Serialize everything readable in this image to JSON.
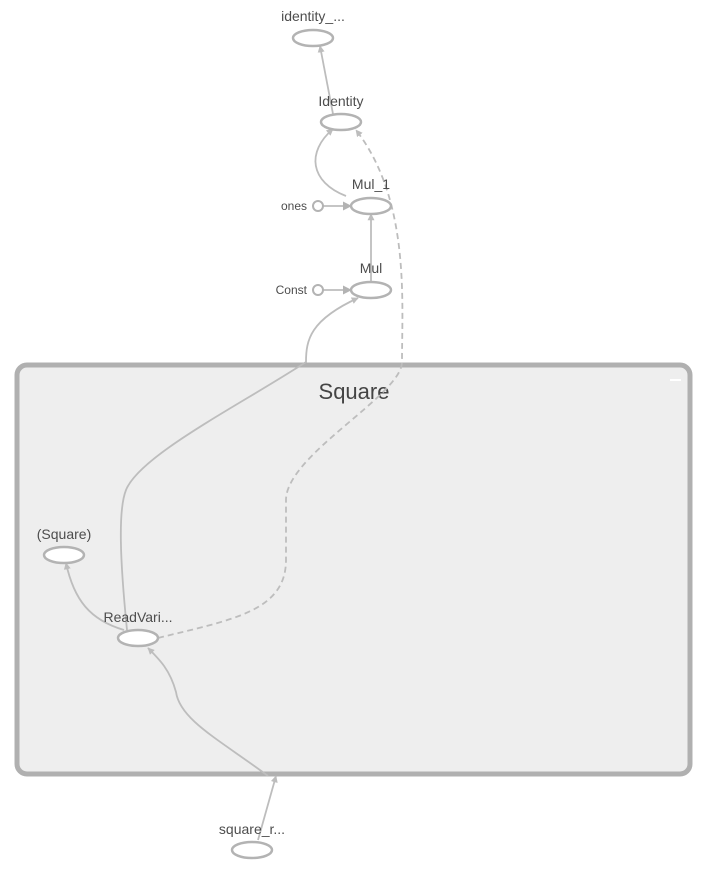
{
  "group": {
    "title": "Square",
    "collapse_symbol": "−"
  },
  "nodes": {
    "identity_out": "identity_...",
    "identity": "Identity",
    "mul_1": "Mul_1",
    "ones": "ones",
    "mul": "Mul",
    "const": "Const",
    "square_inner": "(Square)",
    "read_variable": "ReadVari...",
    "square_r": "square_r..."
  },
  "colors": {
    "edge": "#bdbdbd",
    "node_stroke": "#b3b3b3",
    "group_fill": "#eeeeee",
    "group_stroke": "#b0b0b0"
  }
}
